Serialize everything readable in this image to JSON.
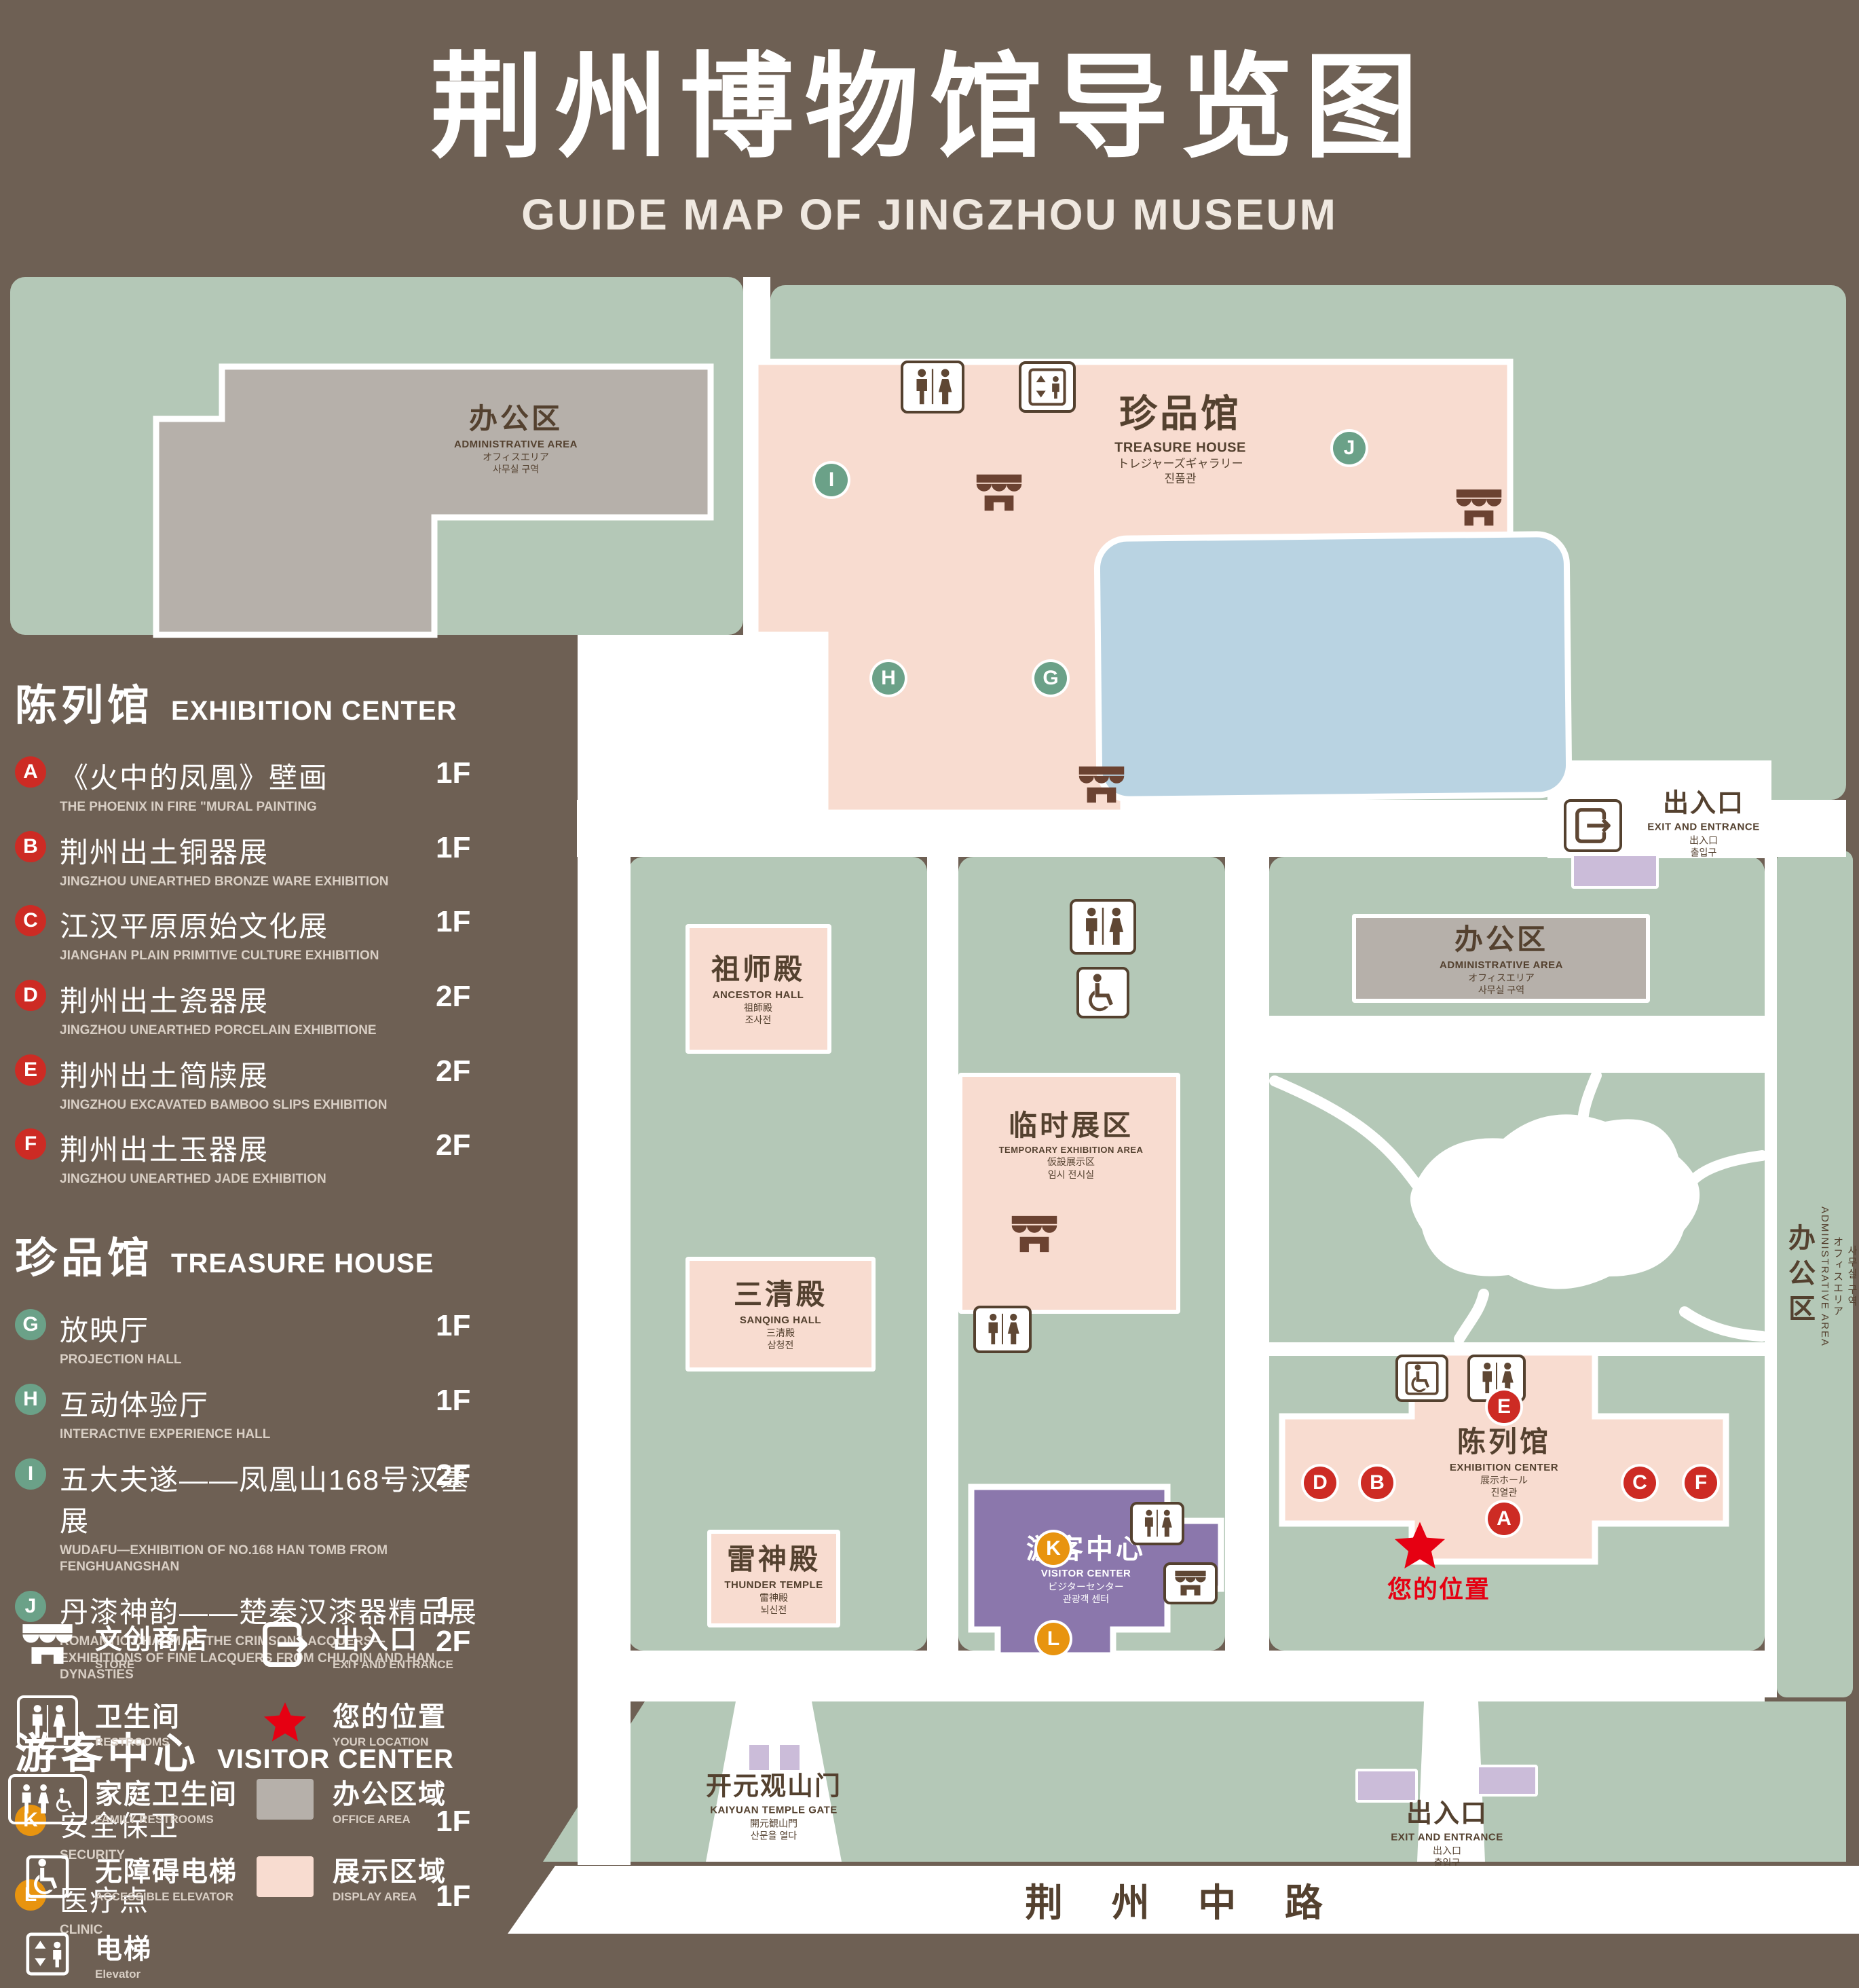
{
  "title": {
    "zh": "荆州博物馆导览图",
    "en": "GUIDE MAP OF JINGZHOU MUSEUM"
  },
  "legend": {
    "sections": [
      {
        "zh": "陈列馆",
        "en": "EXHIBITION CENTER",
        "items": [
          {
            "id": "A",
            "zh": "《火中的凤凰》壁画",
            "en": "THE PHOENIX IN FIRE \"MURAL PAINTING",
            "floor": "1F"
          },
          {
            "id": "B",
            "zh": "荆州出土铜器展",
            "en": "JINGZHOU UNEARTHED BRONZE WARE EXHIBITION",
            "floor": "1F"
          },
          {
            "id": "C",
            "zh": "江汉平原原始文化展",
            "en": "JIANGHAN PLAIN PRIMITIVE CULTURE EXHIBITION",
            "floor": "1F"
          },
          {
            "id": "D",
            "zh": "荆州出土瓷器展",
            "en": "JINGZHOU UNEARTHED PORCELAIN EXHIBITIONE",
            "floor": "2F"
          },
          {
            "id": "E",
            "zh": "荆州出土简牍展",
            "en": "JINGZHOU EXCAVATED BAMBOO SLIPS EXHIBITION",
            "floor": "2F"
          },
          {
            "id": "F",
            "zh": "荆州出土玉器展",
            "en": "JINGZHOU UNEARTHED JADE EXHIBITION",
            "floor": "2F"
          }
        ]
      },
      {
        "zh": "珍品馆",
        "en": "TREASURE HOUSE",
        "items": [
          {
            "id": "G",
            "zh": "放映厅",
            "en": "PROJECTION HALL",
            "floor": "1F"
          },
          {
            "id": "H",
            "zh": "互动体验厅",
            "en": "INTERACTIVE EXPERIENCE HALL",
            "floor": "1F"
          },
          {
            "id": "I",
            "zh": "五大夫遂——凤凰山168号汉墓展",
            "en": "WUDAFU—EXHIBITION OF NO.168 HAN TOMB FROM FENGHUANGSHAN",
            "floor": "2F"
          },
          {
            "id": "J",
            "zh": "丹漆神韵——楚秦汉漆器精品展",
            "en": "ROMANTIC CHARM OF THE CRIMSON LACQUERS—EXHIBITIONS OF FINE LACQUERS FROM CHU,QIN AND HAN DYNASTIES",
            "floor": "1-2F"
          }
        ]
      },
      {
        "zh": "游客中心",
        "en": "VISITOR CENTER",
        "items": [
          {
            "id": "K",
            "zh": "安全保卫",
            "en": "SECURITY",
            "floor": "1F"
          },
          {
            "id": "L",
            "zh": "医疗点",
            "en": "CLINIC",
            "floor": "1F"
          }
        ]
      }
    ],
    "symbols": [
      {
        "icon": "store-icon",
        "zh": "文创商店",
        "en": "STORE"
      },
      {
        "icon": "exit-icon",
        "zh": "出入口",
        "en": "EXIT AND ENTRANCE"
      },
      {
        "icon": "restroom-icon",
        "zh": "卫生间",
        "en": "RESTROOMS"
      },
      {
        "icon": "location-icon",
        "zh": "您的位置",
        "en": "YOUR LOCATION"
      },
      {
        "icon": "family-restroom-icon",
        "zh": "家庭卫生间",
        "en": "FAMILY RESTROOMS"
      },
      {
        "icon": "office-swatch",
        "zh": "办公区域",
        "en": "OFFICE AREA"
      },
      {
        "icon": "accessible-elevator-icon",
        "zh": "无障碍电梯",
        "en": "ACCESSIBLE ELEVATOR"
      },
      {
        "icon": "display-swatch",
        "zh": "展示区域",
        "en": "DISPLAY AREA"
      },
      {
        "icon": "elevator-icon",
        "zh": "电梯",
        "en": "Elevator"
      }
    ]
  },
  "map": {
    "admin_top": {
      "zh": "办公区",
      "en": "ADMINISTRATIVE AREA",
      "jp": "オフィスエリア",
      "kr": "사무실 구역"
    },
    "treasure_house": {
      "zh": "珍品馆",
      "en": "TREASURE HOUSE",
      "jp": "トレジャーズギャラリー",
      "kr": "진품관"
    },
    "exit_right": {
      "zh": "出入口",
      "en": "EXIT AND ENTRANCE",
      "jp": "出入口",
      "kr": "출입구"
    },
    "admin_right": {
      "zh": "办公区",
      "en": "ADMINISTRATIVE AREA",
      "jp": "オフィスエリア",
      "kr": "사무실 구역"
    },
    "admin_strip": {
      "zh": "办公区",
      "en": "ADMINISTRATIVE AREA",
      "jp": "オフィスエリア",
      "kr": "사무실 구역"
    },
    "ancestor_hall": {
      "zh": "祖师殿",
      "en": "ANCESTOR HALL",
      "jp": "祖師殿",
      "kr": "조사전"
    },
    "temporary_exhibition": {
      "zh": "临时展区",
      "en": "TEMPORARY EXHIBITION AREA",
      "jp": "仮設展示区",
      "kr": "임시 전시실"
    },
    "sanqing_hall": {
      "zh": "三清殿",
      "en": "SANQING HALL",
      "jp": "三清殿",
      "kr": "삼청전"
    },
    "thunder_temple": {
      "zh": "雷神殿",
      "en": "THUNDER TEMPLE",
      "jp": "雷神殿",
      "kr": "뇌신전"
    },
    "visitor_center": {
      "zh": "游客中心",
      "en": "VISITOR CENTER",
      "jp": "ビジターセンター",
      "kr": "관광객 센터"
    },
    "exhibition_center": {
      "zh": "陈列馆",
      "en": "EXHIBITION CENTER",
      "jp": "展示ホール",
      "kr": "진열관"
    },
    "gate": {
      "zh": "开元观山门",
      "en": "KAIYUAN TEMPLE GATE",
      "jp": "開元観山門",
      "kr": "산문을 열다"
    },
    "exit_bottom": {
      "zh": "出入口",
      "en": "EXIT AND ENTRANCE",
      "jp": "出入口",
      "kr": "출입구"
    },
    "your_location": "您的位置",
    "road": "荆 州 中 路"
  }
}
